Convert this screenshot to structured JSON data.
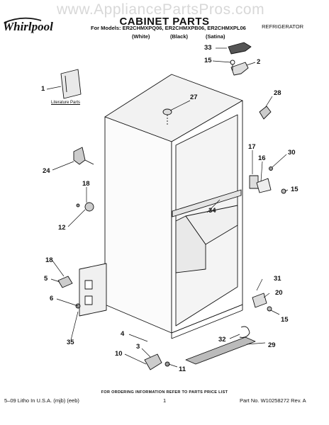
{
  "header": {
    "watermark": "www.AppliancePartsPros.com",
    "brand": "Whirlpool",
    "title": "CABINET PARTS",
    "category": "REFRIGERATOR",
    "models_line": "For Models: ER2CHMXPQ06, ER2CHMXPB06, ER2CHMXPL06",
    "colors": [
      "(White)",
      "(Black)",
      "(Satina)"
    ]
  },
  "diagram": {
    "literature_label": "Literature Parts",
    "callouts": [
      "1",
      "33",
      "15",
      "2",
      "27",
      "28",
      "17",
      "16",
      "30",
      "24",
      "18",
      "15",
      "12",
      "34",
      "31",
      "20",
      "15",
      "18",
      "5",
      "6",
      "35",
      "4",
      "32",
      "29",
      "3",
      "10",
      "11"
    ]
  },
  "footer": {
    "ordering_note": "FOR ORDERING INFORMATION REFER TO PARTS PRICE LIST",
    "litho": "5–09 Litho In U.S.A. (mjb) (eeb)",
    "page": "1",
    "part_no": "Part No. W10258272 Rev. A"
  }
}
